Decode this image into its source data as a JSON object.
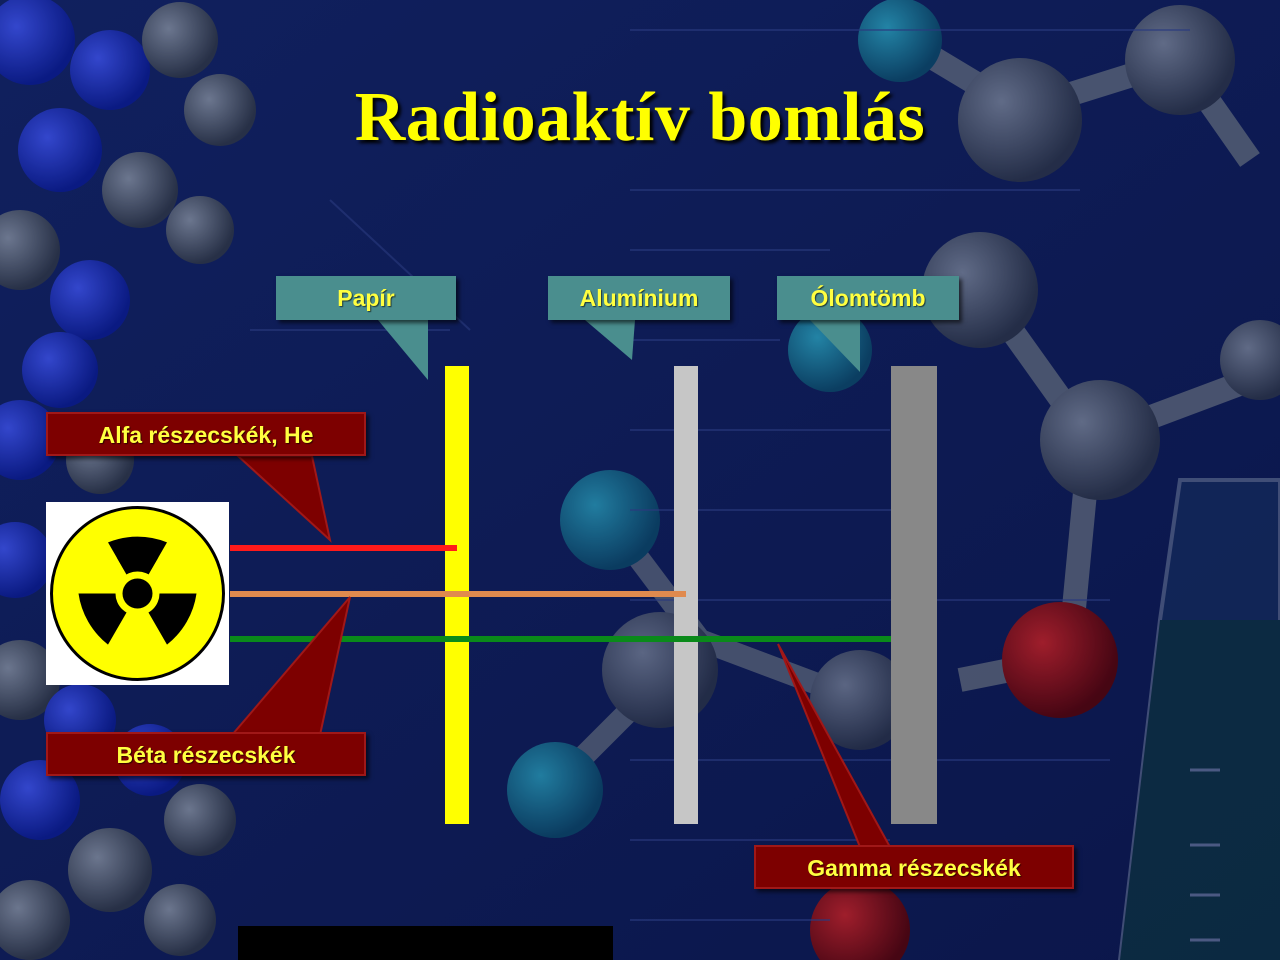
{
  "title": "Radioaktív bomlás",
  "barriers": {
    "paper": "Papír",
    "aluminium": "Alumínium",
    "lead": "Ólomtömb"
  },
  "rays": {
    "alpha": "Alfa részecskék, He",
    "beta": "Béta részecskék",
    "gamma": "Gamma részecskék"
  },
  "colors": {
    "title": "#ffff00",
    "paper": "#ffff00",
    "aluminium": "#c6c6c6",
    "lead": "#888888",
    "alpha": "#ff1a1a",
    "beta": "#e08a4e",
    "gamma": "#0a8a1a",
    "callout_teal": "#4a8e8e",
    "callout_red": "#7d0000"
  },
  "icons": [
    "radiation-symbol-icon"
  ]
}
